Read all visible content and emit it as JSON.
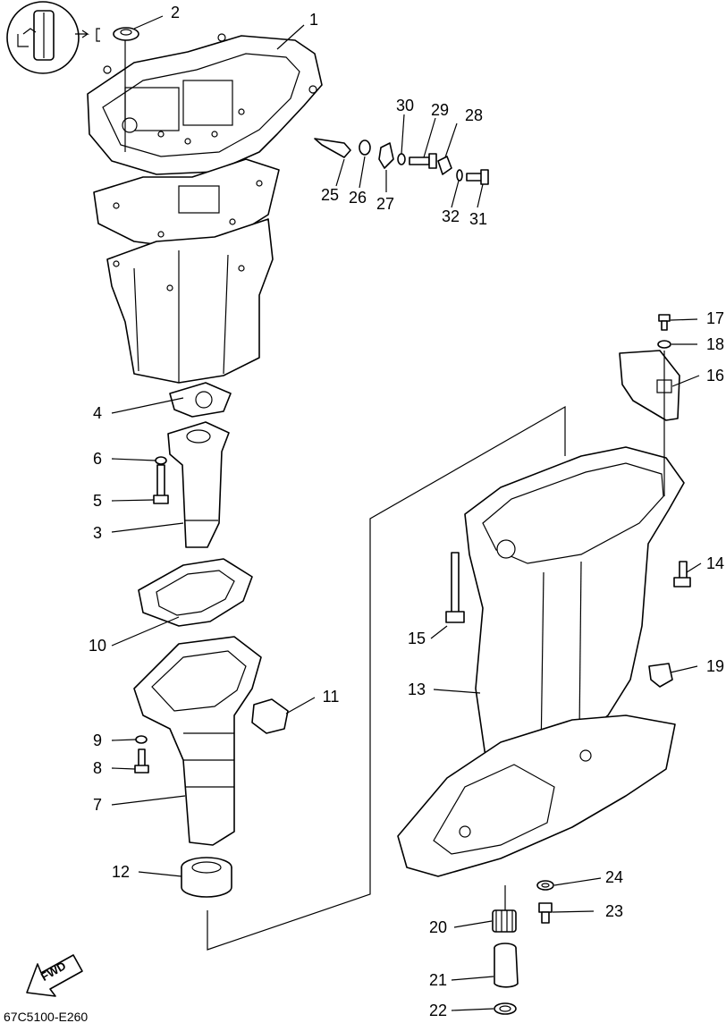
{
  "diagram_code": "67C5100-E260",
  "fwd_label": "FWD",
  "callouts": [
    {
      "id": "c1",
      "label": "1"
    },
    {
      "id": "c2",
      "label": "2"
    },
    {
      "id": "c3",
      "label": "3"
    },
    {
      "id": "c4",
      "label": "4"
    },
    {
      "id": "c5",
      "label": "5"
    },
    {
      "id": "c6",
      "label": "6"
    },
    {
      "id": "c7",
      "label": "7"
    },
    {
      "id": "c8",
      "label": "8"
    },
    {
      "id": "c9",
      "label": "9"
    },
    {
      "id": "c10",
      "label": "10"
    },
    {
      "id": "c11",
      "label": "11"
    },
    {
      "id": "c12",
      "label": "12"
    },
    {
      "id": "c13",
      "label": "13"
    },
    {
      "id": "c14",
      "label": "14"
    },
    {
      "id": "c15",
      "label": "15"
    },
    {
      "id": "c16",
      "label": "16"
    },
    {
      "id": "c17",
      "label": "17"
    },
    {
      "id": "c18",
      "label": "18"
    },
    {
      "id": "c19",
      "label": "19"
    },
    {
      "id": "c20",
      "label": "20"
    },
    {
      "id": "c21",
      "label": "21"
    },
    {
      "id": "c22",
      "label": "22"
    },
    {
      "id": "c23",
      "label": "23"
    },
    {
      "id": "c24",
      "label": "24"
    },
    {
      "id": "c25",
      "label": "25"
    },
    {
      "id": "c26",
      "label": "26"
    },
    {
      "id": "c27",
      "label": "27"
    },
    {
      "id": "c28",
      "label": "28"
    },
    {
      "id": "c29",
      "label": "29"
    },
    {
      "id": "c30",
      "label": "30"
    },
    {
      "id": "c31",
      "label": "31"
    },
    {
      "id": "c32",
      "label": "32"
    }
  ]
}
